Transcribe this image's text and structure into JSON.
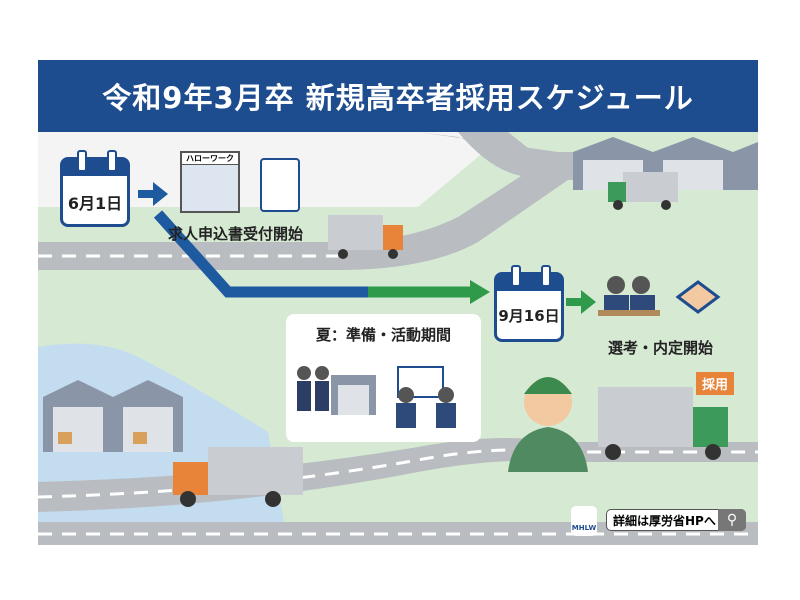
{
  "title": "令和9年3月卒 新規高卒者採用スケジュール",
  "steps": [
    {
      "date": "6月1日",
      "office_sign": "ハローワーク",
      "label": "求人申込書受付開始"
    },
    {
      "label": "夏：準備・活動期間"
    },
    {
      "date": "9月16日",
      "label": "選考・内定開始"
    }
  ],
  "flag_label": "採用",
  "footer": {
    "logo_text": "MHLW",
    "link_label": "詳細は厚労省HPへ",
    "search_icon": "search-icon"
  },
  "colors": {
    "banner": "#1e4d8f",
    "arrow_blue": "#1e5aa0",
    "arrow_green": "#2e9a4a",
    "background": "#d6e9d2",
    "truck_orange": "#e8833a"
  }
}
